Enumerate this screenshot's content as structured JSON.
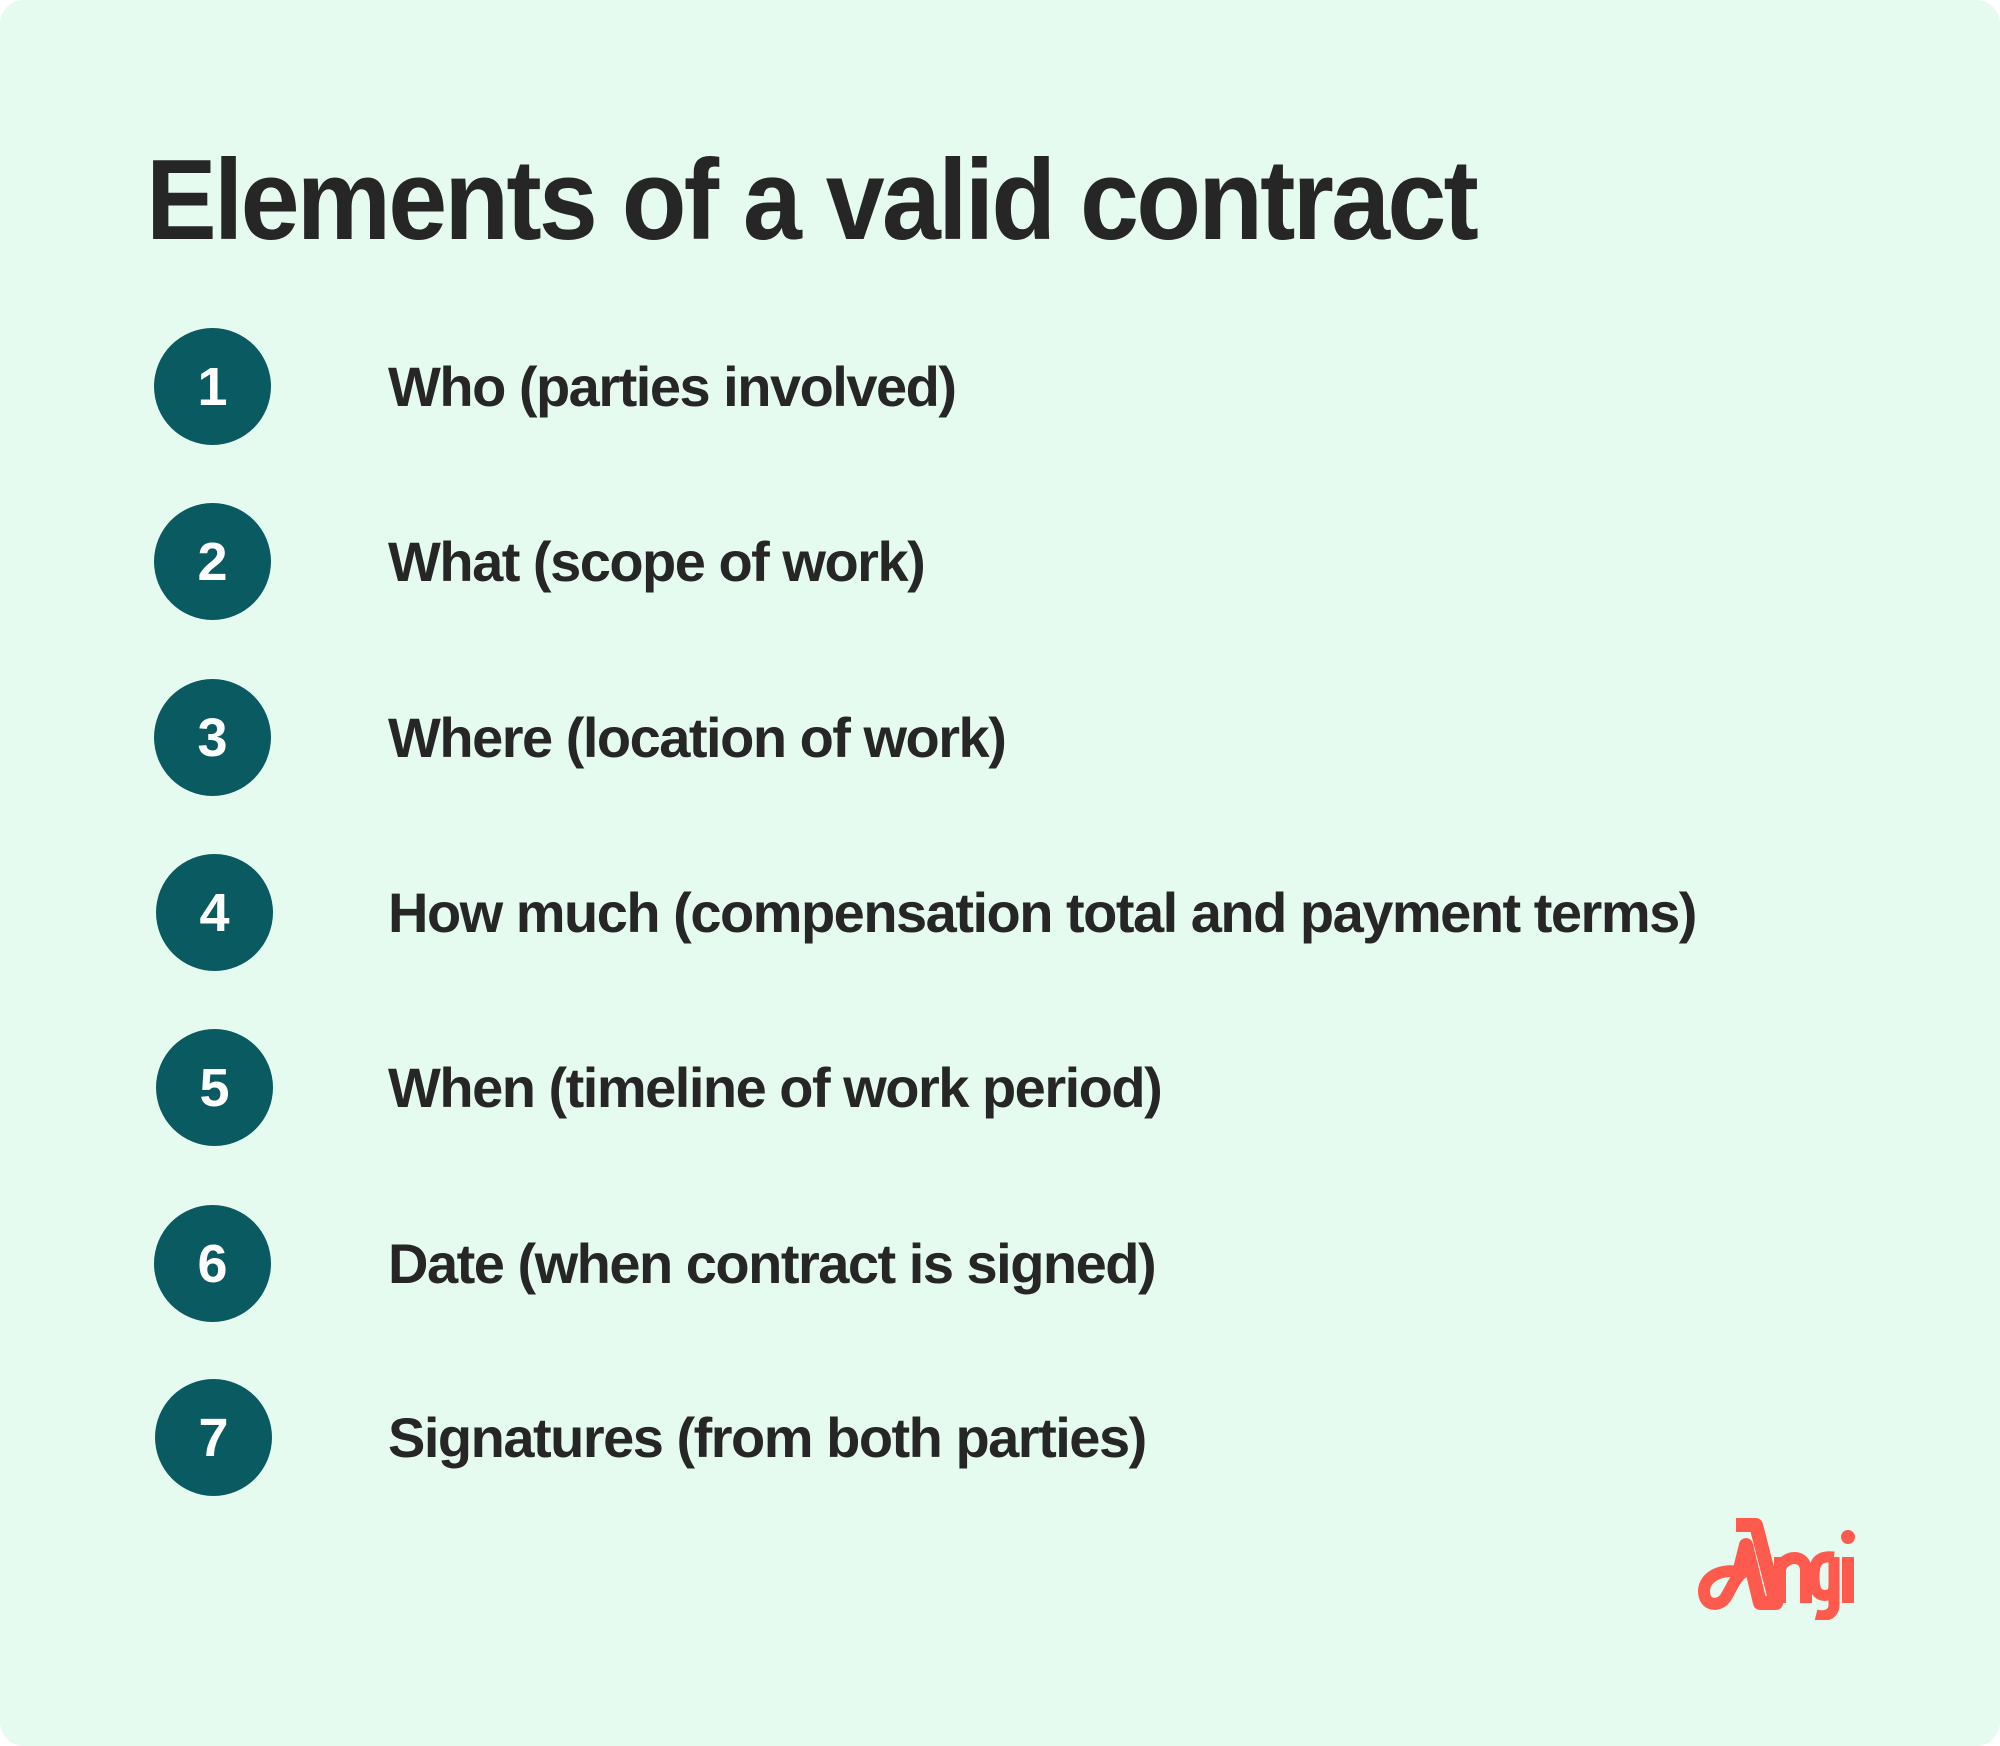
{
  "title": "Elements of a valid contract",
  "items": [
    {
      "number": "1",
      "label": "Who (parties involved)"
    },
    {
      "number": "2",
      "label": "What (scope of work)"
    },
    {
      "number": "3",
      "label": "Where (location of work)"
    },
    {
      "number": "4",
      "label": "How much (compensation total and payment terms)"
    },
    {
      "number": "5",
      "label": "When (timeline of work period)"
    },
    {
      "number": "6",
      "label": "Date (when contract is signed)"
    },
    {
      "number": "7",
      "label": "Signatures (from both parties)"
    }
  ],
  "logo": {
    "text": "Angi",
    "color": "#ff5a4e"
  },
  "colors": {
    "background": "#e6fbf0",
    "circle": "#0a5a62",
    "text": "#262626"
  }
}
